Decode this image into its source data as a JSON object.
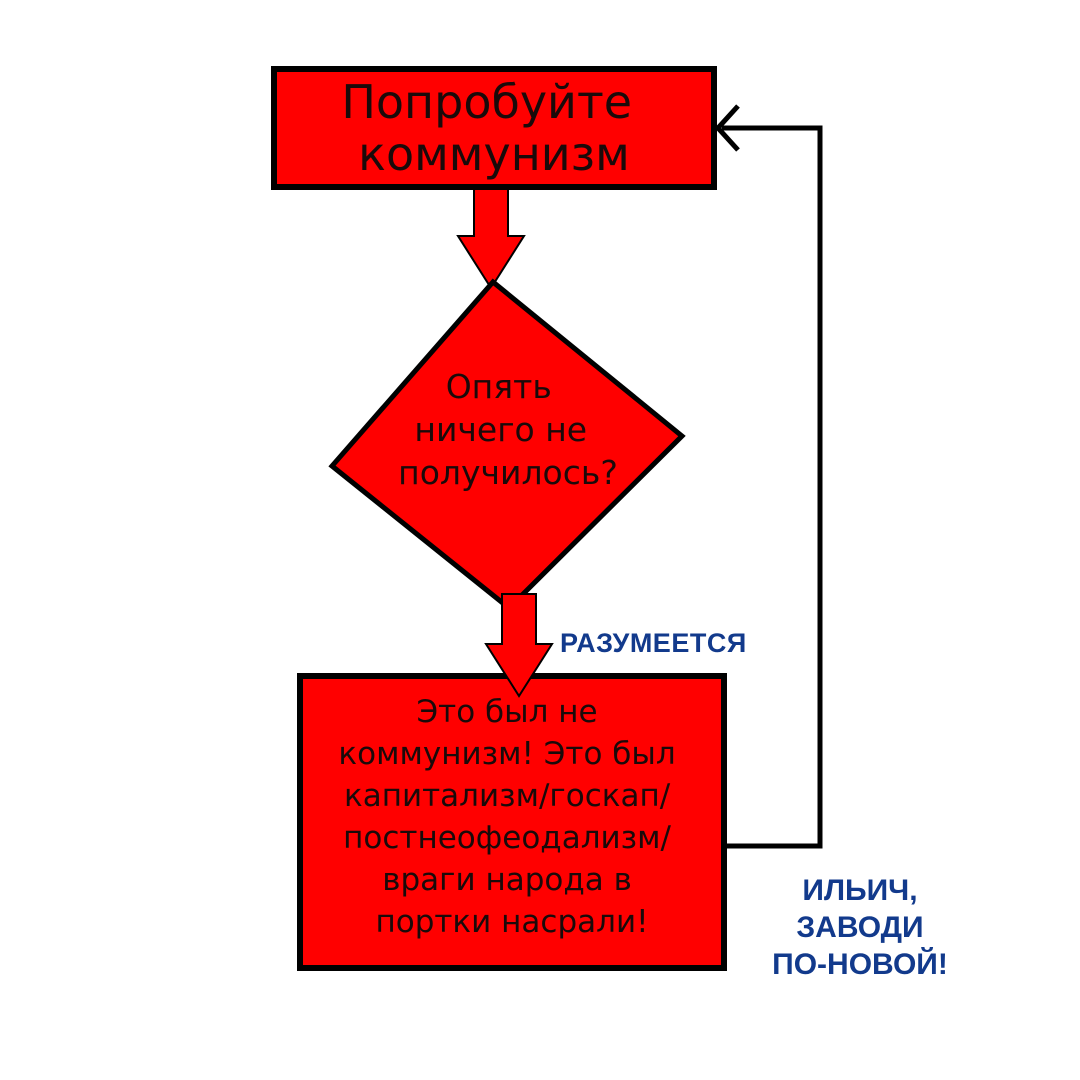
{
  "colors": {
    "shape_fill": "#ff0000",
    "shape_stroke": "#000000",
    "node_text": "#1a0a0a",
    "label_text": "#123a8c",
    "background": "#ffffff"
  },
  "nodes": {
    "start": {
      "lines": [
        "Попробуйте",
        "коммунизм"
      ]
    },
    "decision": {
      "lines": [
        "Опять",
        "ничего не",
        "получилось?"
      ]
    },
    "result": {
      "lines": [
        "Это был не",
        "коммунизм! Это был",
        "капитализм/госкап/",
        "постнеофеодализм/",
        "враги народа в",
        "портки насрали!"
      ]
    }
  },
  "edges": {
    "yes_label": "РАЗУМЕЕТСЯ",
    "loop_label": "ИЛЬИЧ,\nЗАВОДИ\nПО-НОВОЙ!"
  }
}
